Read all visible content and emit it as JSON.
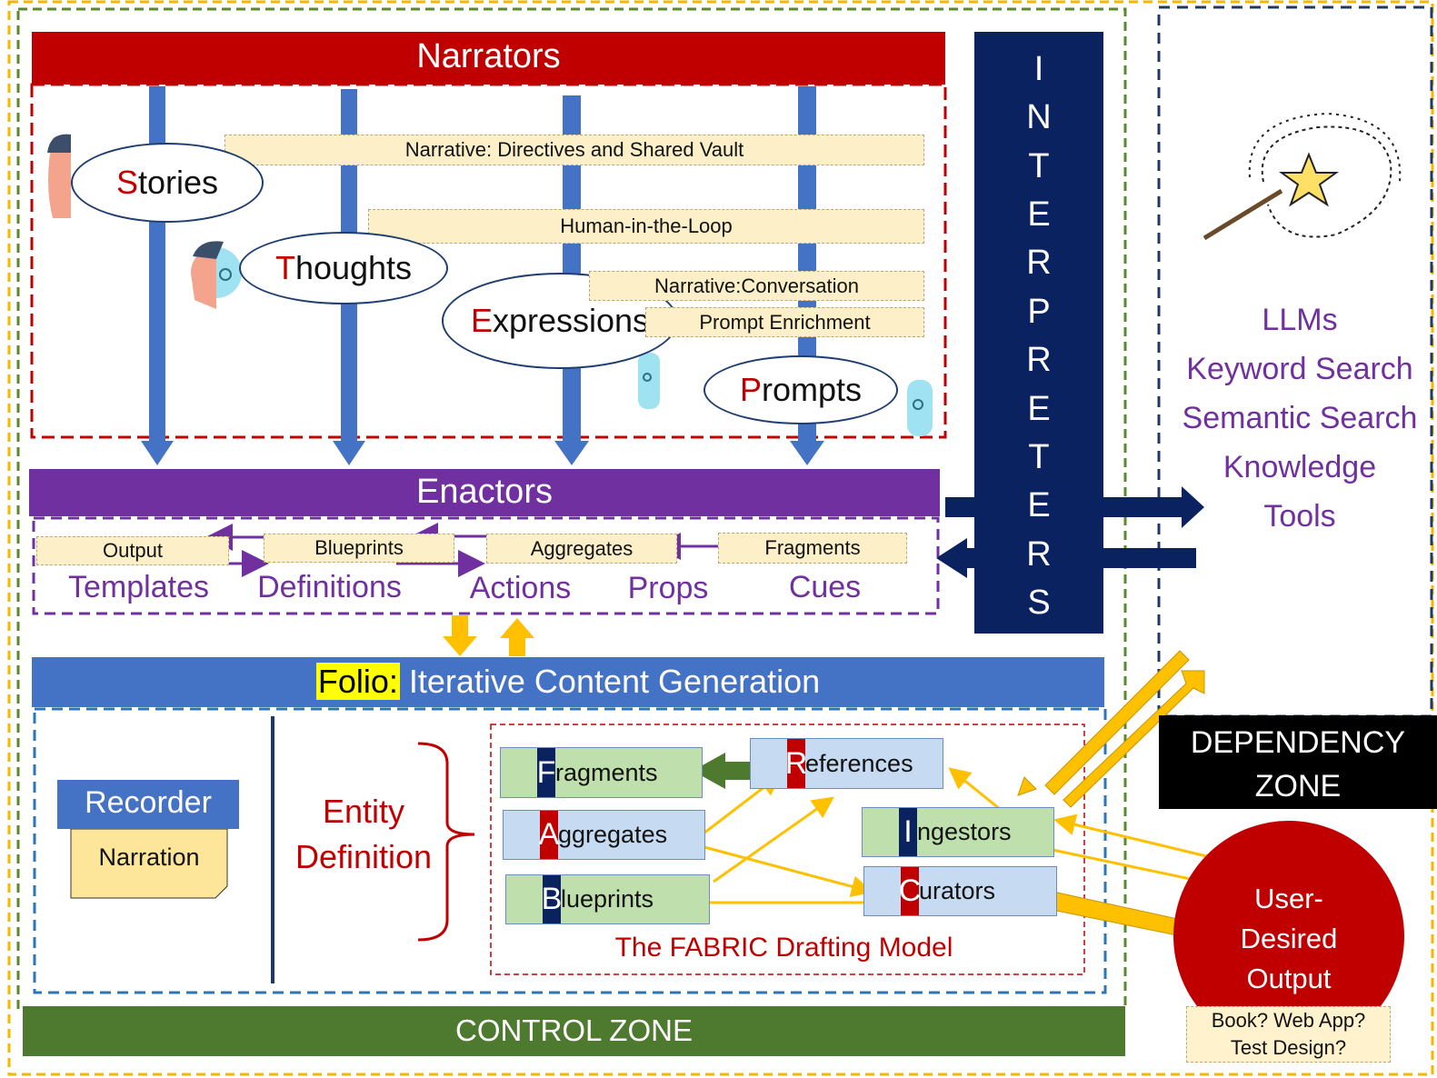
{
  "narrators": {
    "title": "Narrators"
  },
  "ovals": {
    "stories": {
      "initial": "S",
      "rest": "tories"
    },
    "thoughts": {
      "initial": "T",
      "rest": "houghts"
    },
    "expressions": {
      "initial": "E",
      "rest": "xpressions"
    },
    "prompts": {
      "initial": "P",
      "rest": "rompts"
    }
  },
  "banners": {
    "directives": "Narrative: Directives and Shared Vault",
    "hitl": "Human-in-the-Loop",
    "conversation": "Narrative:Conversation",
    "enrichment": "Prompt Enrichment"
  },
  "enactors": {
    "title": "Enactors",
    "row1": [
      "Output",
      "Blueprints",
      "Aggregates",
      "Fragments"
    ],
    "row2": [
      "Templates",
      "Definitions",
      "Actions",
      "Props",
      "Cues"
    ]
  },
  "interpreters": {
    "letters": [
      "I",
      "N",
      "T",
      "E",
      "R",
      "P",
      "R",
      "E",
      "T",
      "E",
      "R",
      "S"
    ]
  },
  "right": {
    "items": [
      "LLMs",
      "Keyword Search",
      "Semantic Search",
      "Knowledge",
      "Tools"
    ],
    "dependency_zone": [
      "DEPENDENCY",
      "ZONE"
    ]
  },
  "folio": {
    "highlight": "Folio:",
    "title": "Iterative Content Generation"
  },
  "recorder": {
    "title": "Recorder",
    "note": "Narration"
  },
  "entity": {
    "line1": "Entity",
    "line2": "Definition"
  },
  "fabric": {
    "caption": "The FABRIC Drafting Model",
    "fragments": {
      "initial": "F",
      "rest": "ragments"
    },
    "references": {
      "initial": "R",
      "rest": "eferences"
    },
    "aggregates": {
      "initial": "A",
      "rest": "ggregates"
    },
    "ingestors": {
      "initial": "I",
      "rest": "ngestors"
    },
    "blueprints": {
      "initial": "B",
      "rest": "lueprints"
    },
    "curators": {
      "initial": "C",
      "rest": "urators"
    }
  },
  "output": {
    "line1": "User-",
    "line2": "Desired",
    "line3": "Output",
    "note1": "Book? Web App?",
    "note2": "Test Design?"
  },
  "control_zone": {
    "label": "CONTROL ZONE"
  },
  "colors": {
    "narrators_red": "#c00000",
    "enactors_purple": "#7030a0",
    "interpreters_navy": "#0b2260",
    "folio_blue": "#4472c4",
    "control_green": "#4e7a2f",
    "arrow_gold": "#ffc000"
  }
}
